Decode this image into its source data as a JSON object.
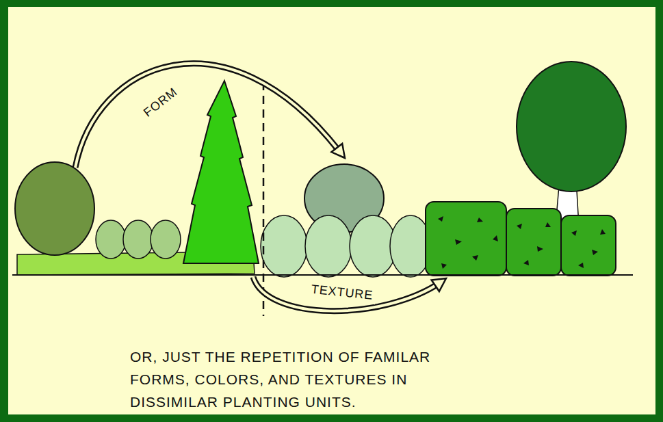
{
  "diagram": {
    "caption": "OR, JUST THE REPETITION OF FAMILAR FORMS, COLORS, AND TEXTURES IN DISSIMILAR PLANTING UNITS.",
    "labels": [
      "FORM",
      "TEXTURE"
    ]
  }
}
